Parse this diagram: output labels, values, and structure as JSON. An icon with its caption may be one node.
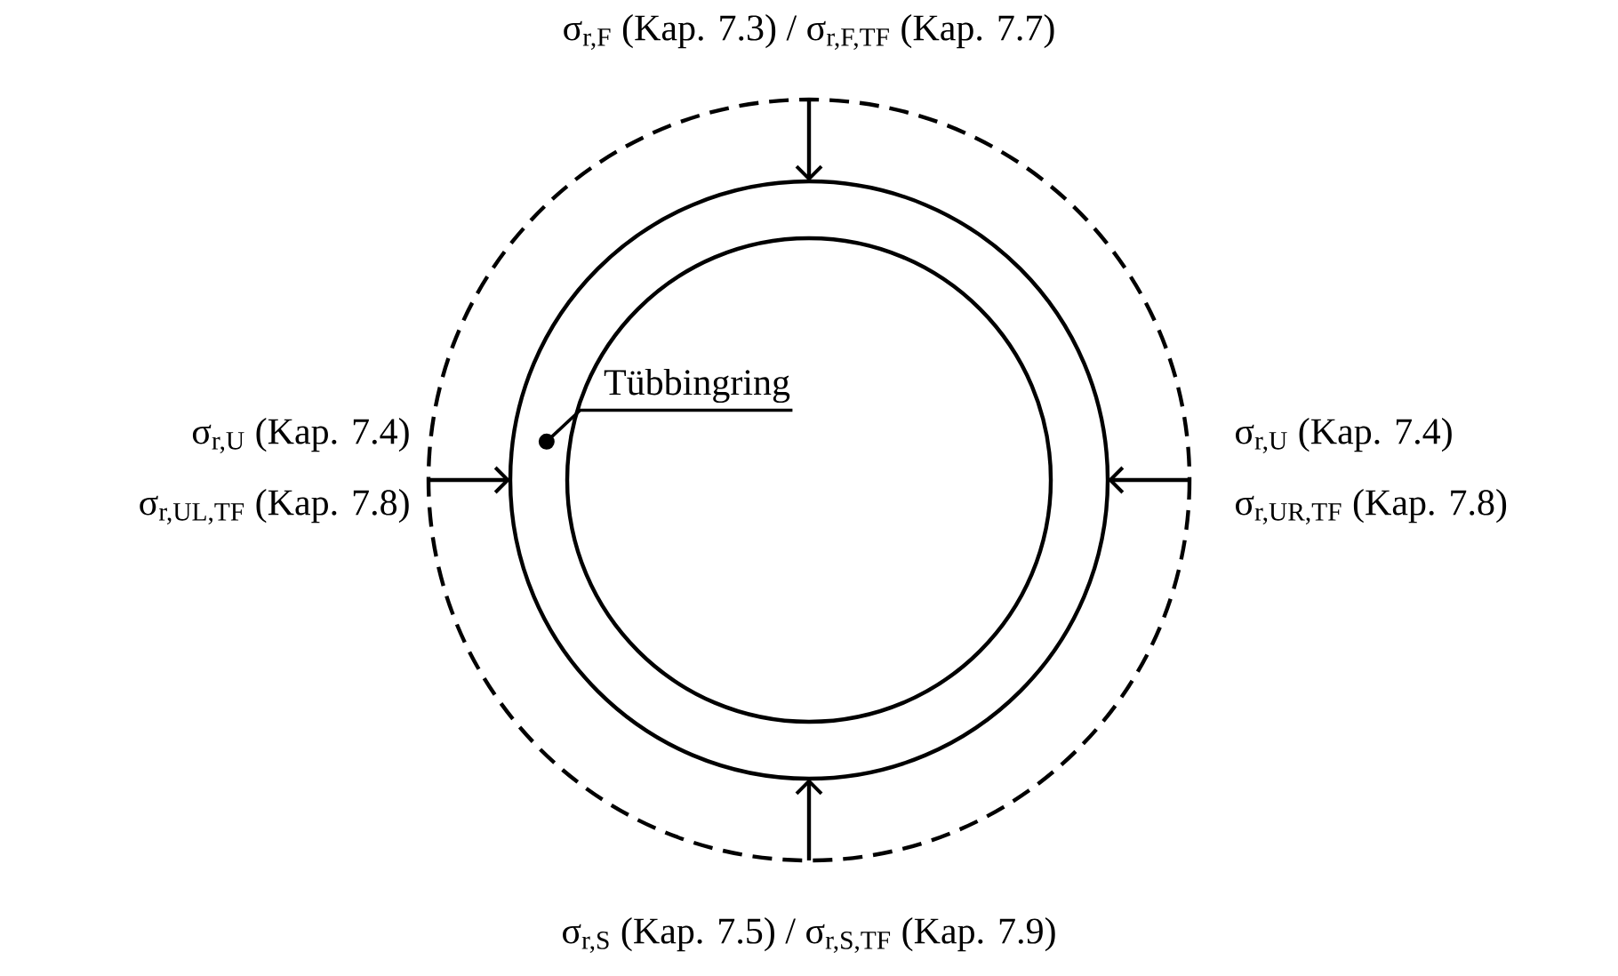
{
  "diagram": {
    "nodes": [
      {
        "text": [
          "Tübbingring"
        ],
        "in": 1
      },
      {
        "text": [],
        "shape": "circle"
      }
    ],
    "edges": [
      {
        "from": 0,
        "to": 1,
        "arrow": "other"
      }
    ],
    "labels": [
      "σ$_{r,F}$ (Kap. 7.3) / σ$_{r,F,TF}$ (Kap. 7.7)",
      "σ$_{r,U}$ (Kap. 7.4)",
      "σ$_{r,UL,TF}$ (Kap. 7.8)",
      "σ$_{r,U}$ (Kap. 7.4)",
      "σ$_{r,UR,TF}$ (Kap. 7.8)",
      "σ$_{r,S}$ (Kap. 7.5) / σ$_{r,S,TF}$ (Kap. 7.9)"
    ]
  }
}
